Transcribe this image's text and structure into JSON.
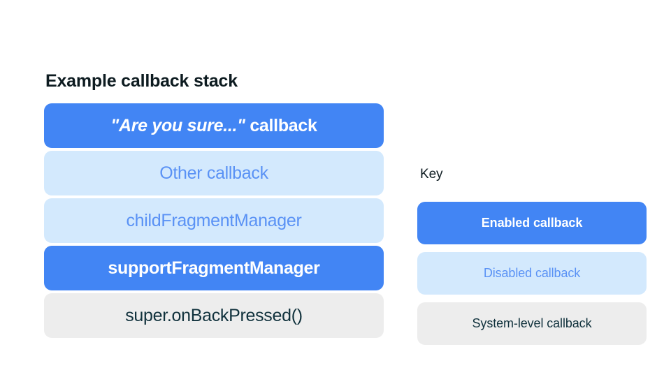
{
  "colors": {
    "background": "#ffffff",
    "enabled_bg": "#4285f4",
    "enabled_text": "#ffffff",
    "disabled_bg": "#d3e9fd",
    "disabled_text": "#5a92f5",
    "system_bg": "#ededed",
    "system_text": "#11323d",
    "heading_text": "#0d1b20"
  },
  "stack": {
    "title": "Example callback stack",
    "rows": [
      {
        "label": "\"Are you sure...\" callback",
        "quoted_part": "\"Are you sure...\"",
        "plain_part": " callback",
        "state": "enabled"
      },
      {
        "label": "Other callback",
        "state": "disabled"
      },
      {
        "label": "childFragmentManager",
        "state": "disabled"
      },
      {
        "label": "supportFragmentManager",
        "state": "enabled"
      },
      {
        "label": "super.onBackPressed()",
        "state": "system"
      }
    ]
  },
  "key": {
    "title": "Key",
    "rows": [
      {
        "label": "Enabled callback",
        "state": "enabled"
      },
      {
        "label": "Disabled callback",
        "state": "disabled"
      },
      {
        "label": "System-level callback",
        "state": "system"
      }
    ]
  }
}
